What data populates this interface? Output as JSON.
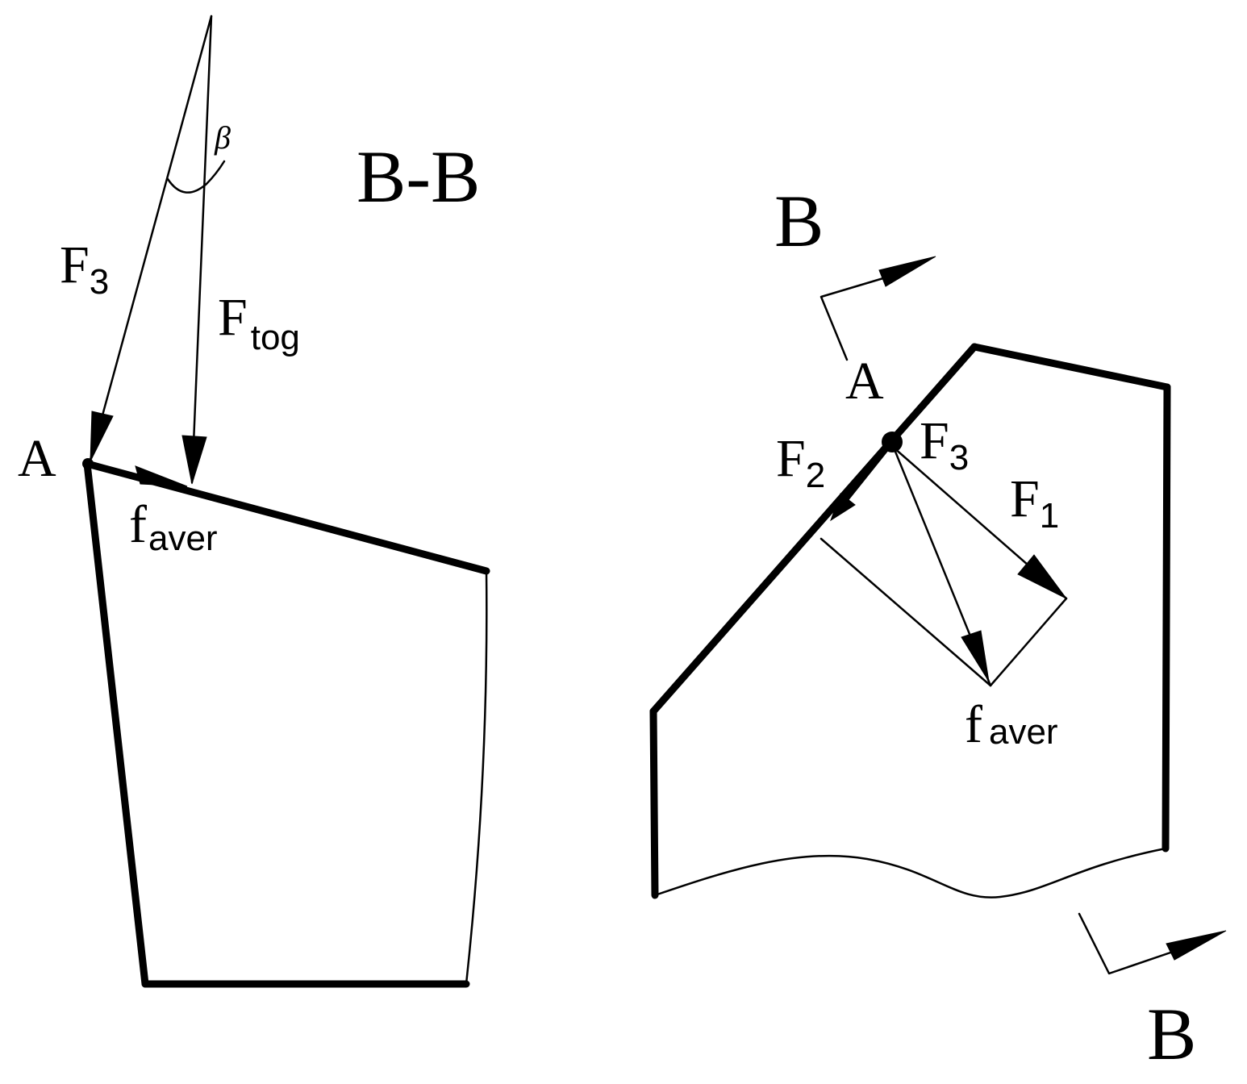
{
  "left_view": {
    "section_title": "B-B",
    "point_a": "A",
    "beta": "β",
    "f3": {
      "main": "F",
      "sub": "3"
    },
    "ftog": {
      "main": "F",
      "sub": "tog"
    },
    "faver": {
      "main": "f",
      "sub": "aver"
    }
  },
  "right_view": {
    "section_mark_top": "B",
    "section_mark_bottom": "B",
    "point_a": "A",
    "f1": {
      "main": "F",
      "sub": "1"
    },
    "f2": {
      "main": "F",
      "sub": "2"
    },
    "f3": {
      "main": "F",
      "sub": "3"
    },
    "faver": {
      "main": "f",
      "sub": "aver"
    }
  }
}
